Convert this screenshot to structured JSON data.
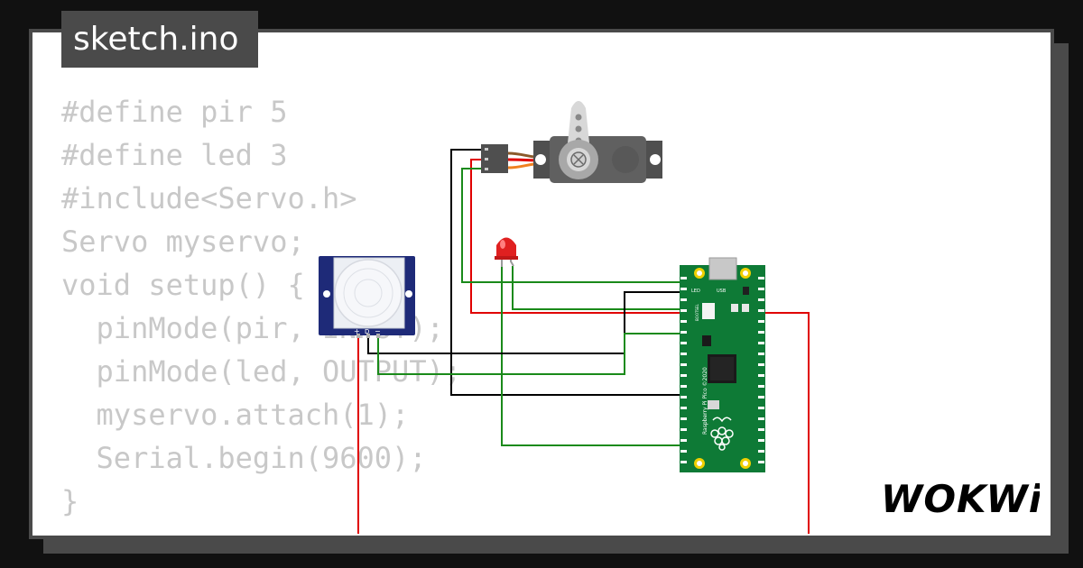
{
  "window": {
    "title": "sketch.ino"
  },
  "code": {
    "lines": [
      "#define pir 5",
      "#define led 3",
      "#include<Servo.h>",
      "Servo myservo;",
      "void setup() {",
      "  pinMode(pir, INPUT);",
      "  pinMode(led, OUTPUT);",
      "  myservo.attach(1);",
      "  Serial.begin(9600);",
      "}"
    ]
  },
  "components": {
    "pir_sensor": {
      "pin_labels": [
        "+",
        "D",
        "−"
      ]
    },
    "pico": {
      "board_text": "Raspberry Pi Pico ©2020",
      "usb_label": "USB",
      "led_label": "LED",
      "bootsel_label": "BOOTSEL"
    }
  },
  "brand": {
    "logo_text": "WOKWi"
  },
  "colors": {
    "background": "#111111",
    "card": "#ffffff",
    "card_border": "#4a4a4a",
    "code_text": "#c8c8c8",
    "wire_red": "#e00000",
    "wire_green": "#1a8a1a",
    "wire_black": "#000000",
    "pico_green": "#0e7a36",
    "pir_blue": "#1e2a78",
    "servo_gray": "#606060",
    "led_red": "#e02020"
  }
}
